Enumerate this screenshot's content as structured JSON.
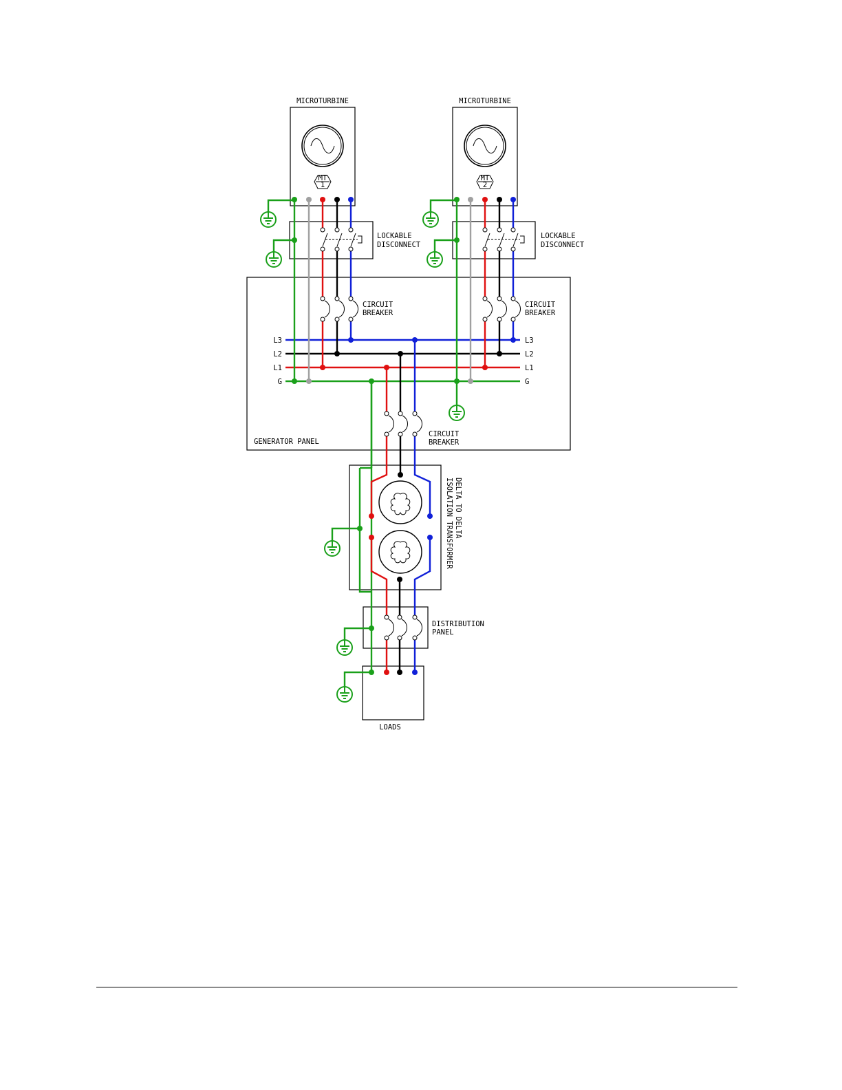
{
  "colors": {
    "ground": "#1aa01a",
    "neutral": "#a0a0a0",
    "L1": "#e01010",
    "L2": "#000000",
    "L3": "#1020d8"
  },
  "microturbine_1": {
    "title": "MICROTURBINE",
    "tag_top": "MT",
    "tag_bottom": "1"
  },
  "microturbine_2": {
    "title": "MICROTURBINE",
    "tag_top": "MT",
    "tag_bottom": "2"
  },
  "disconnect_1": {
    "line1": "LOCKABLE",
    "line2": "DISCONNECT"
  },
  "disconnect_2": {
    "line1": "LOCKABLE",
    "line2": "DISCONNECT"
  },
  "breaker_1": {
    "line1": "CIRCUIT",
    "line2": "BREAKER"
  },
  "breaker_2": {
    "line1": "CIRCUIT",
    "line2": "BREAKER"
  },
  "breaker_out": {
    "line1": "CIRCUIT",
    "line2": "BREAKER"
  },
  "generator_panel": {
    "title": "GENERATOR PANEL",
    "bus_labels": [
      "L3",
      "L2",
      "L1",
      "G"
    ]
  },
  "transformer": {
    "line1": "DELTA TO DELTA",
    "line2": "ISOLATION TRANSFORMER"
  },
  "distribution_panel": {
    "line1": "DISTRIBUTION",
    "line2": "PANEL"
  },
  "loads": {
    "title": "LOADS"
  }
}
